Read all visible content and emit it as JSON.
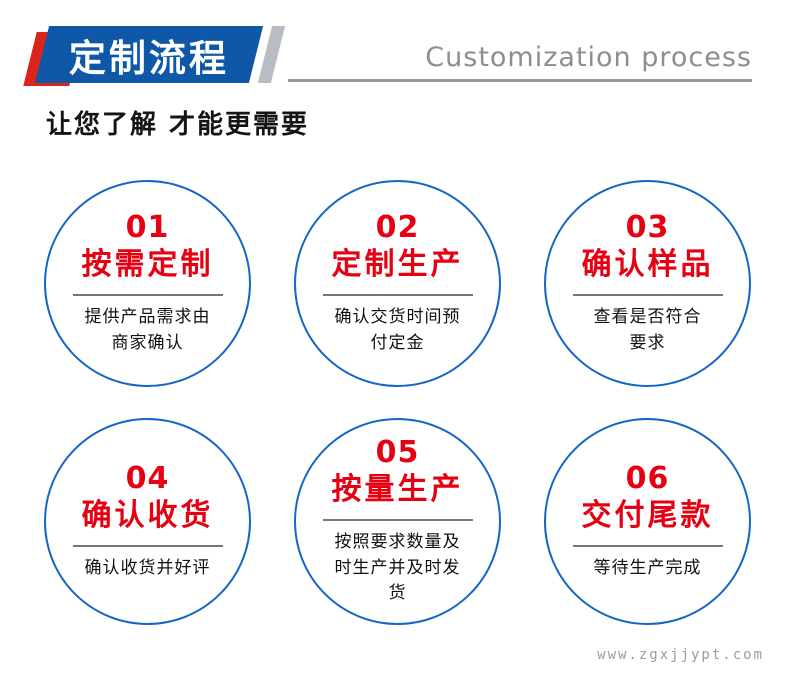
{
  "header": {
    "title": "定制流程",
    "subtitle": "Customization process",
    "tagline": "让您了解 才能更需要"
  },
  "steps": [
    {
      "number": "01",
      "title": "按需定制",
      "desc": "提供产品需求由\n商家确认"
    },
    {
      "number": "02",
      "title": "定制生产",
      "desc": "确认交货时间预\n付定金"
    },
    {
      "number": "03",
      "title": "确认样品",
      "desc": "查看是否符合\n要求"
    },
    {
      "number": "04",
      "title": "确认收货",
      "desc": "确认收货并好评"
    },
    {
      "number": "05",
      "title": "按量生产",
      "desc": "按照要求数量及\n时生产并及时发\n货"
    },
    {
      "number": "06",
      "title": "交付尾款",
      "desc": "等待生产完成"
    }
  ],
  "watermark": "www.zgxjjypt.com",
  "colors": {
    "banner_blue": "#0f57a7",
    "accent_red": "#d9251c",
    "step_red": "#e60012",
    "circle_border_blue": "#1666c5",
    "subtitle_gray": "#8a8f94"
  }
}
